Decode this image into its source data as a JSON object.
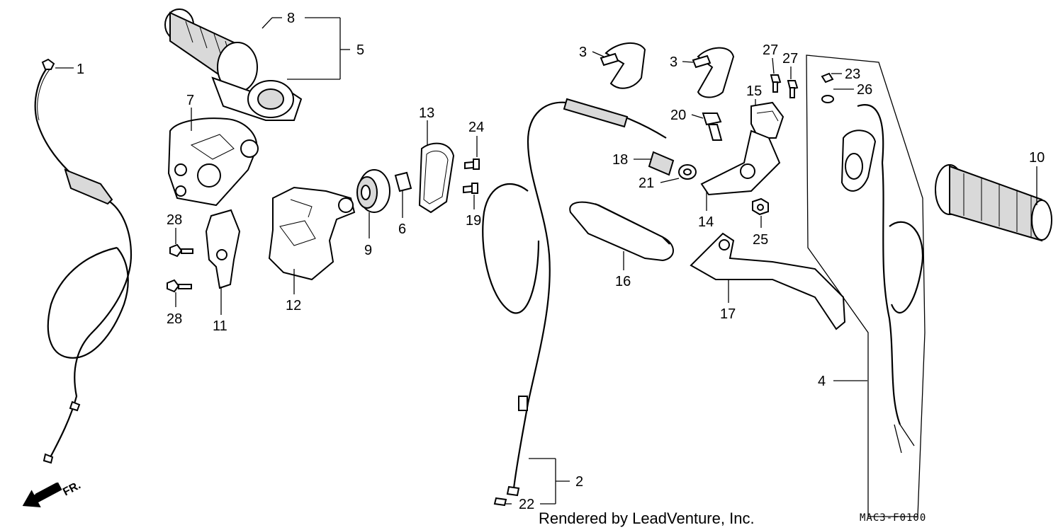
{
  "labels": [
    "1",
    "2",
    "3",
    "3",
    "4",
    "5",
    "6",
    "7",
    "8",
    "9",
    "10",
    "11",
    "12",
    "13",
    "14",
    "15",
    "16",
    "17",
    "18",
    "19",
    "20",
    "21",
    "22",
    "23",
    "24",
    "25",
    "26",
    "27",
    "27",
    "28",
    "28"
  ],
  "credit": "Rendered by LeadVenture, Inc.",
  "diagram_code": "MAC3-F0100",
  "direction_label": "FR."
}
